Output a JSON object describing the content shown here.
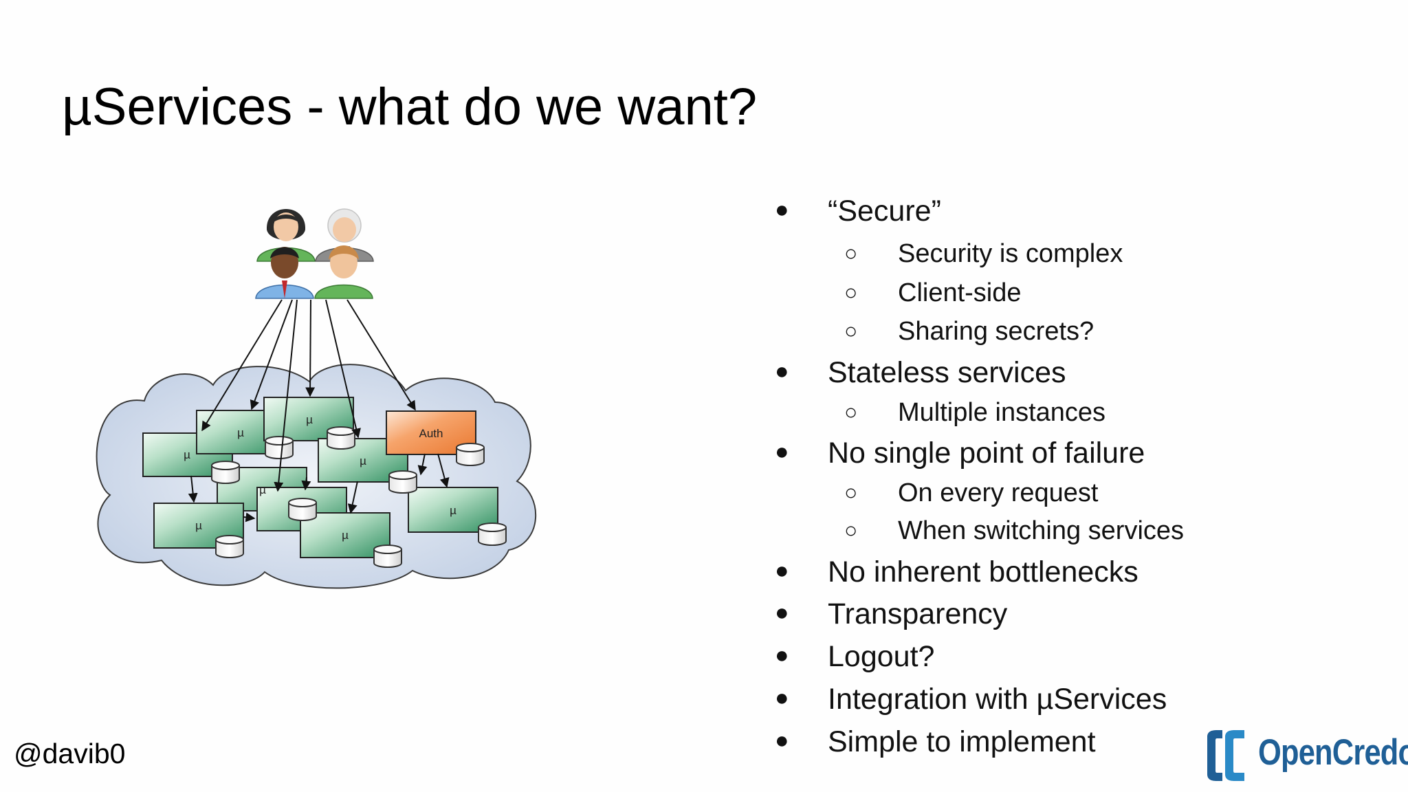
{
  "slide": {
    "title": "µServices - what do we want?",
    "handle": "@davib0",
    "logo": {
      "text": "OpenCredo",
      "color": "#1f5f96"
    }
  },
  "diagram": {
    "node_label": "µ",
    "auth_label": "Auth",
    "icons": [
      "woman-user-icon",
      "older-man-user-icon",
      "man-user-icon",
      "young-man-user-icon",
      "database-icon"
    ],
    "colors": {
      "cloud": "#c9d6e8",
      "service": "#3e9e70",
      "auth": "#ef8a45"
    }
  },
  "bullets": {
    "secure": "“Secure”",
    "security_complex": "Security is complex",
    "client_side": "Client-side",
    "sharing_secrets": "Sharing secrets?",
    "stateless": "Stateless services",
    "multiple_instances": "Multiple instances",
    "no_spof": "No single point of failure",
    "on_every_request": "On every request",
    "when_switching": "When switching services",
    "no_bottlenecks": "No inherent bottlenecks",
    "transparency": "Transparency",
    "logout": "Logout?",
    "integration": "Integration with µServices",
    "simple": "Simple to implement",
    "bullet_mark": "●",
    "sub_mark": "○"
  }
}
